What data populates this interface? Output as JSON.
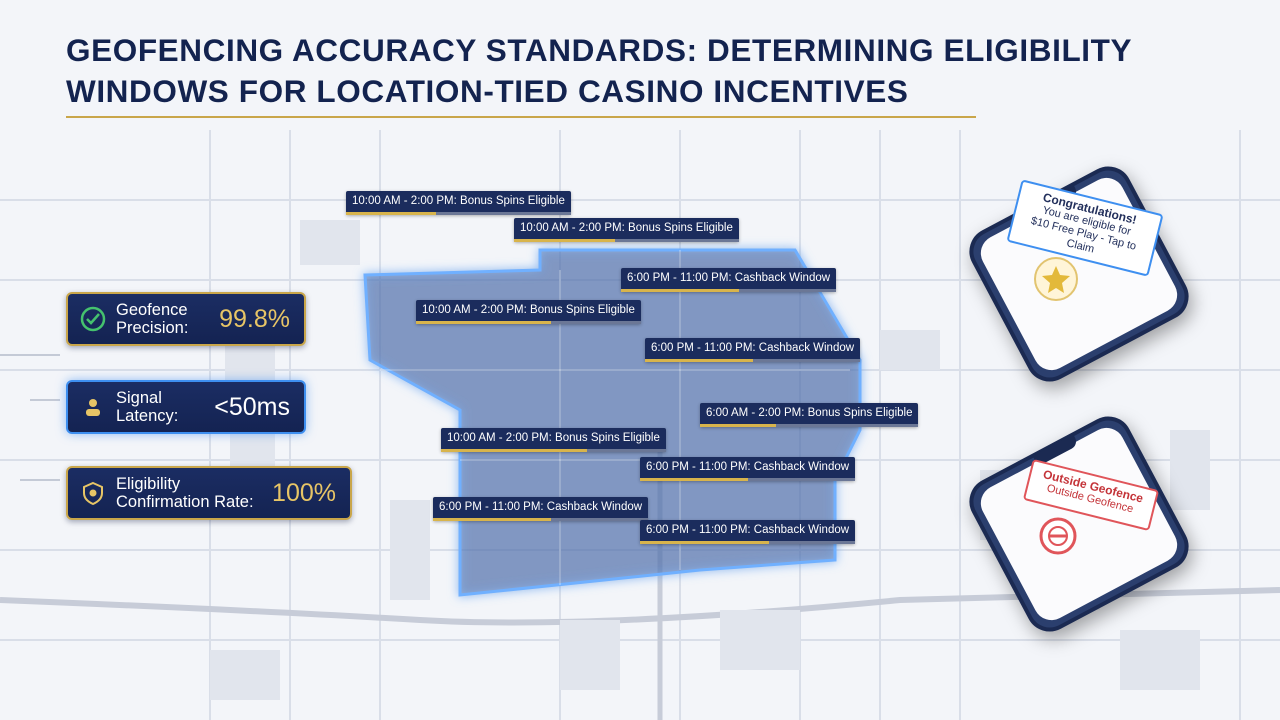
{
  "title": {
    "line1": "GEOFENCING ACCURACY STANDARDS: DETERMINING ELIGIBILITY",
    "line2": "WINDOWS FOR LOCATION-TIED CASINO INCENTIVES"
  },
  "metrics": [
    {
      "label_line1": "Geofence",
      "label_line2": "Precision:",
      "value": "99.8%",
      "icon": "check-circle-icon"
    },
    {
      "label_line1": "Signal",
      "label_line2": "Latency:",
      "value": "<50ms",
      "icon": "user-signal-icon"
    },
    {
      "label_line1": "Eligibility",
      "label_line2": "Confirmation Rate:",
      "value": "100%",
      "icon": "shield-heart-icon"
    }
  ],
  "time_windows": [
    {
      "label": "10:00 AM - 2:00 PM: Bonus Spins Eligible",
      "progress": 0.4
    },
    {
      "label": "10:00 AM - 2:00 PM: Bonus Spins Eligible",
      "progress": 0.45
    },
    {
      "label": "6:00 PM - 11:00 PM: Cashback Window",
      "progress": 0.55
    },
    {
      "label": "10:00 AM - 2:00 PM: Bonus Spins Eligible",
      "progress": 0.6
    },
    {
      "label": "6:00 PM - 11:00 PM: Cashback Window",
      "progress": 0.5
    },
    {
      "label": "6:00 AM - 2:00 PM: Bonus Spins Eligible",
      "progress": 0.35
    },
    {
      "label": "10:00 AM - 2:00 PM: Bonus Spins Eligible",
      "progress": 0.65
    },
    {
      "label": "6:00 PM - 11:00 PM: Cashback Window",
      "progress": 0.5
    },
    {
      "label": "6:00 PM - 11:00 PM: Cashback Window",
      "progress": 0.55
    },
    {
      "label": "6:00 PM - 11:00 PM: Cashback Window",
      "progress": 0.6
    }
  ],
  "phone_eligible": {
    "heading": "Congratulations!",
    "line1": "You are eligible for",
    "line2": "$10 Free Play - Tap to Claim",
    "icon": "star-icon"
  },
  "phone_outside": {
    "heading": "Outside Geofence",
    "line1": "Outside Geofence",
    "icon": "no-entry-icon"
  },
  "colors": {
    "navy": "#13234f",
    "gold": "#c9a64a",
    "glow_blue": "#3e8ff0",
    "alert_red": "#e0555a"
  }
}
